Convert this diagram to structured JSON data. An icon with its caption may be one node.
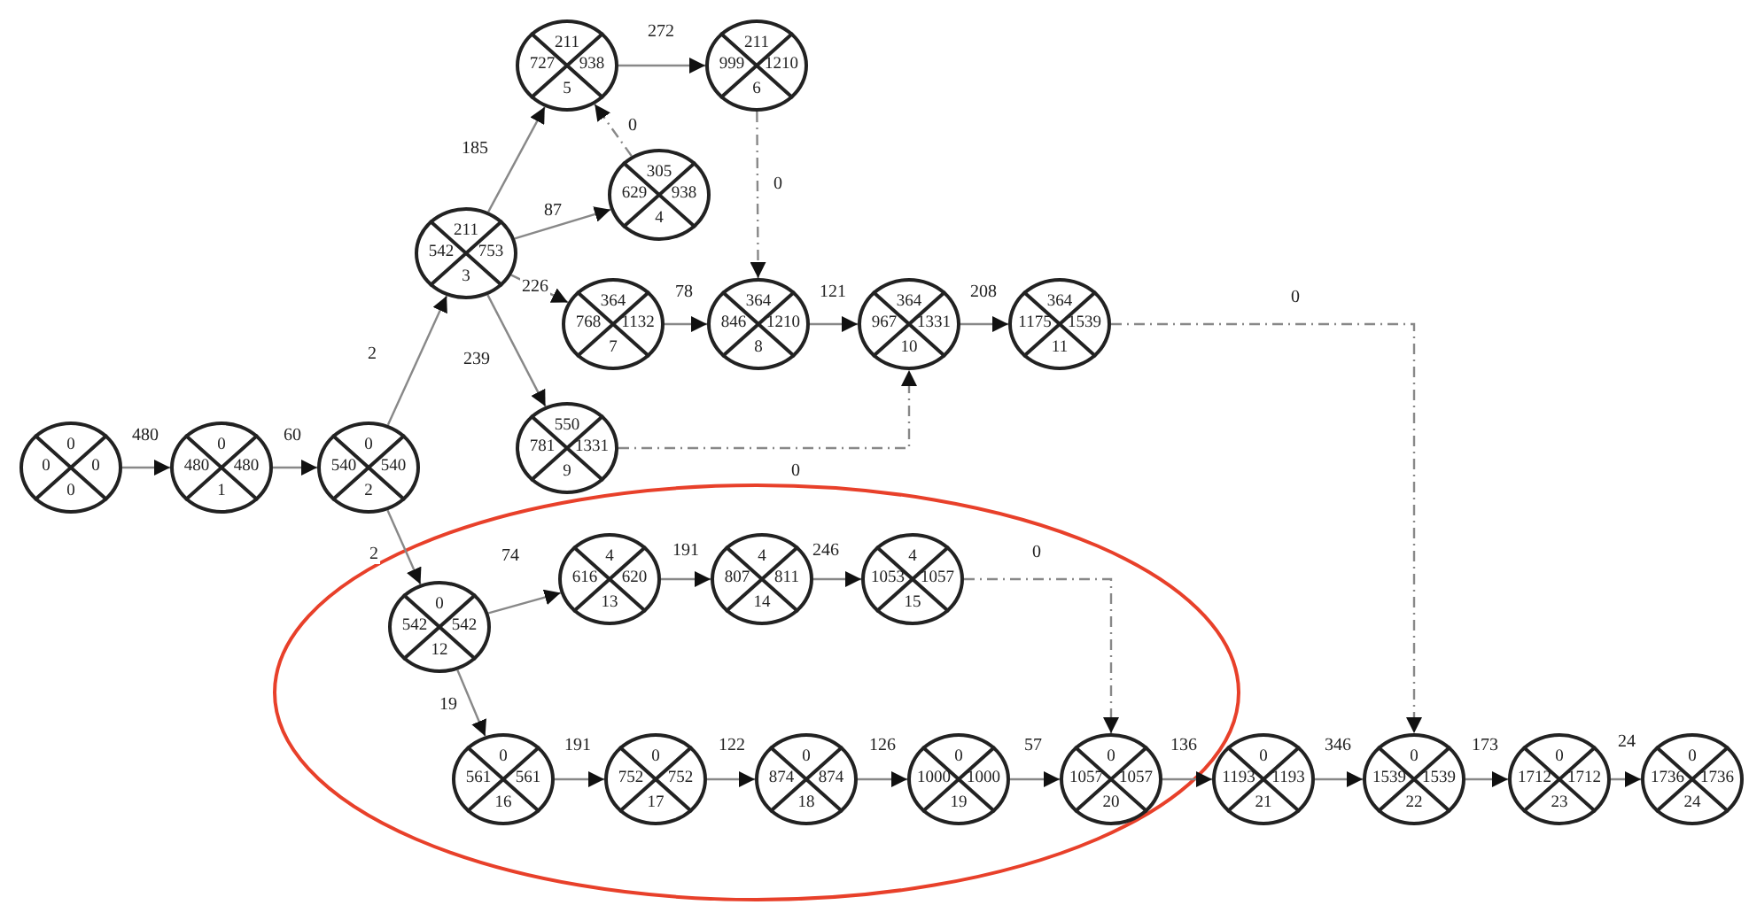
{
  "diagram": {
    "nodes": [
      {
        "text": [
          "0",
          "0",
          "0",
          "0"
        ]
      },
      {
        "text": [
          "0",
          "480",
          "480",
          "1"
        ]
      },
      {
        "text": [
          "0",
          "540",
          "540",
          "2"
        ]
      },
      {
        "text": [
          "211",
          "542",
          "753",
          "3"
        ]
      },
      {
        "text": [
          "305",
          "629",
          "938",
          "4"
        ]
      },
      {
        "text": [
          "211",
          "727",
          "938",
          "5"
        ]
      },
      {
        "text": [
          "211",
          "999",
          "1210",
          "6"
        ]
      },
      {
        "text": [
          "364",
          "768",
          "1132",
          "7"
        ]
      },
      {
        "text": [
          "364",
          "846",
          "1210",
          "8"
        ]
      },
      {
        "text": [
          "550",
          "781",
          "1331",
          "9"
        ]
      },
      {
        "text": [
          "364",
          "967",
          "1331",
          "10"
        ]
      },
      {
        "text": [
          "364",
          "1175",
          "1539",
          "11"
        ]
      },
      {
        "text": [
          "0",
          "542",
          "542",
          "12"
        ]
      },
      {
        "text": [
          "4",
          "616",
          "620",
          "13"
        ]
      },
      {
        "text": [
          "4",
          "807",
          "811",
          "14"
        ]
      },
      {
        "text": [
          "4",
          "1053",
          "1057",
          "15"
        ]
      },
      {
        "text": [
          "0",
          "561",
          "561",
          "16"
        ]
      },
      {
        "text": [
          "0",
          "752",
          "752",
          "17"
        ]
      },
      {
        "text": [
          "0",
          "874",
          "874",
          "18"
        ]
      },
      {
        "text": [
          "0",
          "1000",
          "1000",
          "19"
        ]
      },
      {
        "text": [
          "0",
          "1057",
          "1057",
          "20"
        ]
      },
      {
        "text": [
          "0",
          "1193",
          "1193",
          "21"
        ]
      },
      {
        "text": [
          "0",
          "1539",
          "1539",
          "22"
        ]
      },
      {
        "text": [
          "0",
          "1712",
          "1712",
          "23"
        ]
      },
      {
        "text": [
          "0",
          "1736",
          "1736",
          "24"
        ]
      }
    ],
    "edges": [
      {
        "from": 0,
        "to": 1,
        "arrow": "to",
        "label": "480"
      },
      {
        "from": 1,
        "to": 2,
        "arrow": "to",
        "label": "60"
      },
      {
        "from": 2,
        "to": 3,
        "arrow": "to",
        "label": "2"
      },
      {
        "from": 2,
        "to": 12,
        "arrow": "to",
        "label": "2"
      },
      {
        "from": 3,
        "to": 5,
        "arrow": "to",
        "label": "185"
      },
      {
        "from": 3,
        "to": 4,
        "arrow": "to",
        "label": "87"
      },
      {
        "from": 3,
        "to": 7,
        "arrow": "to",
        "label": "226"
      },
      {
        "from": 3,
        "to": 9,
        "arrow": "to",
        "label": "239"
      },
      {
        "from": 4,
        "to": 5,
        "arrow": "to",
        "label": "0",
        "style": "dashed"
      },
      {
        "from": 5,
        "to": 6,
        "arrow": "to",
        "label": "272"
      },
      {
        "from": 6,
        "to": 8,
        "arrow": "to",
        "label": "0",
        "style": "dashed"
      },
      {
        "from": 7,
        "to": 8,
        "arrow": "to",
        "label": "78"
      },
      {
        "from": 8,
        "to": 10,
        "arrow": "to",
        "label": "121"
      },
      {
        "from": 9,
        "to": 10,
        "arrow": "to",
        "label": "0",
        "style": "dashed"
      },
      {
        "from": 10,
        "to": 11,
        "arrow": "to",
        "label": "208"
      },
      {
        "from": 11,
        "to": 22,
        "arrow": "to",
        "label": "0",
        "style": "dashed"
      },
      {
        "from": 12,
        "to": 13,
        "arrow": "to",
        "label": "74"
      },
      {
        "from": 12,
        "to": 16,
        "arrow": "to",
        "label": "19"
      },
      {
        "from": 13,
        "to": 14,
        "arrow": "to",
        "label": "191"
      },
      {
        "from": 14,
        "to": 15,
        "arrow": "to",
        "label": "246"
      },
      {
        "from": 15,
        "to": 20,
        "arrow": "to",
        "label": "0",
        "style": "dashed"
      },
      {
        "from": 16,
        "to": 17,
        "arrow": "to",
        "label": "191"
      },
      {
        "from": 17,
        "to": 18,
        "arrow": "to",
        "label": "122"
      },
      {
        "from": 18,
        "to": 19,
        "arrow": "to",
        "label": "126"
      },
      {
        "from": 19,
        "to": 20,
        "arrow": "to",
        "label": "57"
      },
      {
        "from": 20,
        "to": 21,
        "arrow": "to",
        "label": "136"
      },
      {
        "from": 21,
        "to": 22,
        "arrow": "to",
        "label": "346"
      },
      {
        "from": 22,
        "to": 23,
        "arrow": "to",
        "label": "173"
      },
      {
        "from": 23,
        "to": 24,
        "arrow": "to",
        "label": "24"
      }
    ]
  }
}
